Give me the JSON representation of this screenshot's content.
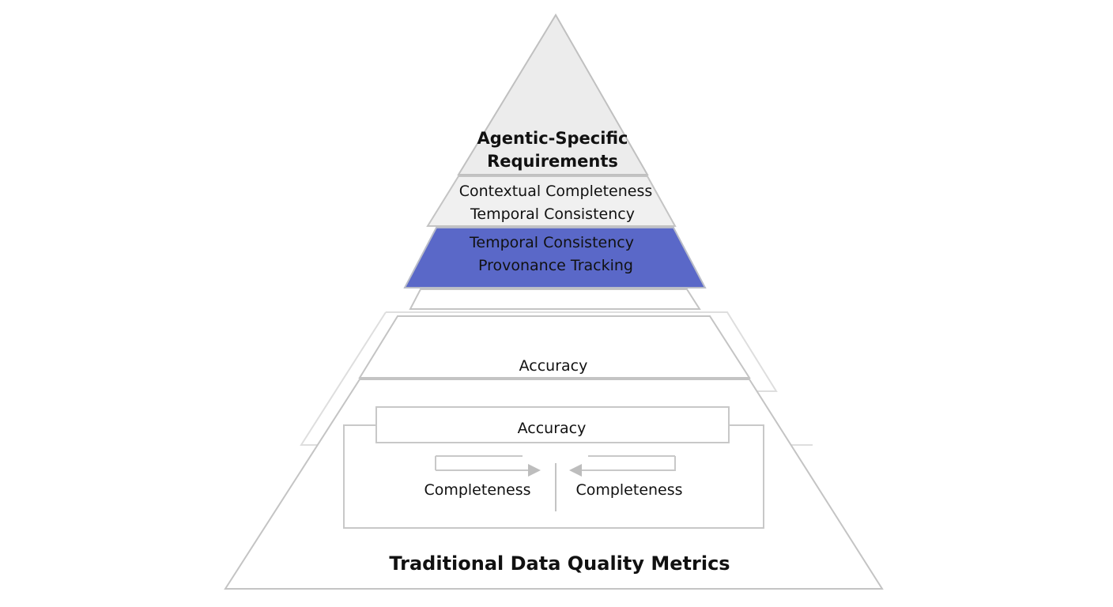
{
  "diagram": {
    "type": "pyramid",
    "colors": {
      "background": "#ffffff",
      "outline": "#c4c4c4",
      "faint_outline": "#dcdcdc",
      "apex_fill": "#ececec",
      "tier2_fill": "#f0f0f0",
      "highlight_fill": "#5a68c8",
      "text": "#111111"
    },
    "tiers": {
      "apex": {
        "line1": "Agentic-Specific",
        "line2": "Requirements"
      },
      "contextual": {
        "line1": "Contextual Completeness",
        "line2": "Temporal Consistency"
      },
      "highlighted": {
        "line1": "Temporal Consistency",
        "line2": "Provonance Tracking"
      },
      "middle": {
        "label": "Accuracy"
      },
      "base": {
        "inner_box_label": "Accuracy",
        "left_label": "Completeness",
        "right_label": "Completeness",
        "title": "Traditional Data Quality Metrics"
      }
    }
  }
}
